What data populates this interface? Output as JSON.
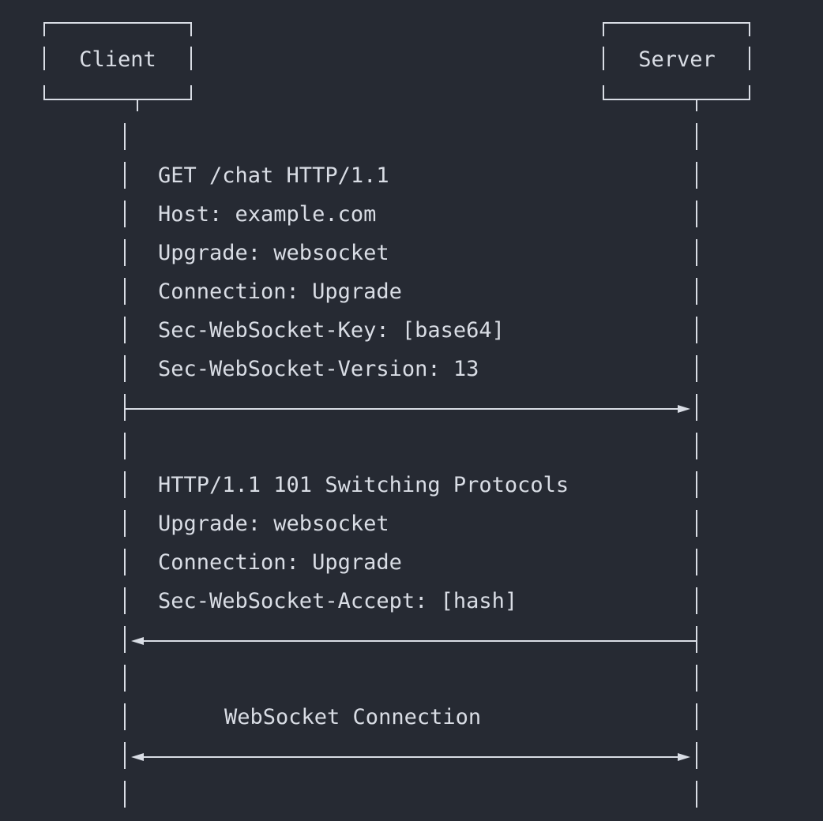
{
  "colors": {
    "background": "#262a33",
    "foreground": "#d9dde5"
  },
  "participants": {
    "client": "Client",
    "server": "Server"
  },
  "request": {
    "lines": [
      "GET /chat HTTP/1.1",
      "Host: example.com",
      "Upgrade: websocket",
      "Connection: Upgrade",
      "Sec-WebSocket-Key: [base64]",
      "Sec-WebSocket-Version: 13"
    ]
  },
  "response": {
    "lines": [
      "HTTP/1.1 101 Switching Protocols",
      "Upgrade: websocket",
      "Connection: Upgrade",
      "Sec-WebSocket-Accept: [hash]"
    ]
  },
  "connection": {
    "label": "WebSocket Connection"
  }
}
